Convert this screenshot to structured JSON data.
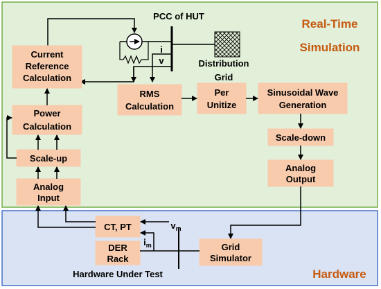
{
  "regions": {
    "realtime_title_line1": "Real-Time",
    "realtime_title_line2": "Simulation",
    "hardware_title": "Hardware",
    "hardware_label": "Hardware Under Test"
  },
  "pcc_label": "PCC of HUT",
  "grid_label_line1": "Distribution",
  "grid_label_line2": "Grid",
  "signals": {
    "i": "i",
    "v": "v",
    "vm": "v",
    "vm_sub": "m",
    "im": "i",
    "im_sub": "m"
  },
  "blocks": {
    "current_ref": [
      "Current",
      "Reference",
      "Calculation"
    ],
    "power_calc": [
      "Power",
      "Calculation"
    ],
    "scale_up": [
      "Scale-up"
    ],
    "analog_input": [
      "Analog",
      "Input"
    ],
    "rms_calc": [
      "RMS",
      "Calculation"
    ],
    "per_unitize": [
      "Per",
      "Unitize"
    ],
    "sine_gen": [
      "Sinusoidal Wave",
      "Generation"
    ],
    "scale_down": [
      "Scale-down"
    ],
    "analog_output": [
      "Analog",
      "Output"
    ],
    "ct_pt": [
      "CT, PT"
    ],
    "der_rack": [
      "DER",
      "Rack"
    ],
    "grid_sim": [
      "Grid",
      "Simulator"
    ]
  },
  "colors": {
    "realtime_bg": "#e2efd9",
    "realtime_border": "#70ad47",
    "hardware_bg": "#dae3f3",
    "hardware_border": "#4472c4",
    "block_fill": "#f8cbad",
    "title_accent": "#c55a11"
  }
}
